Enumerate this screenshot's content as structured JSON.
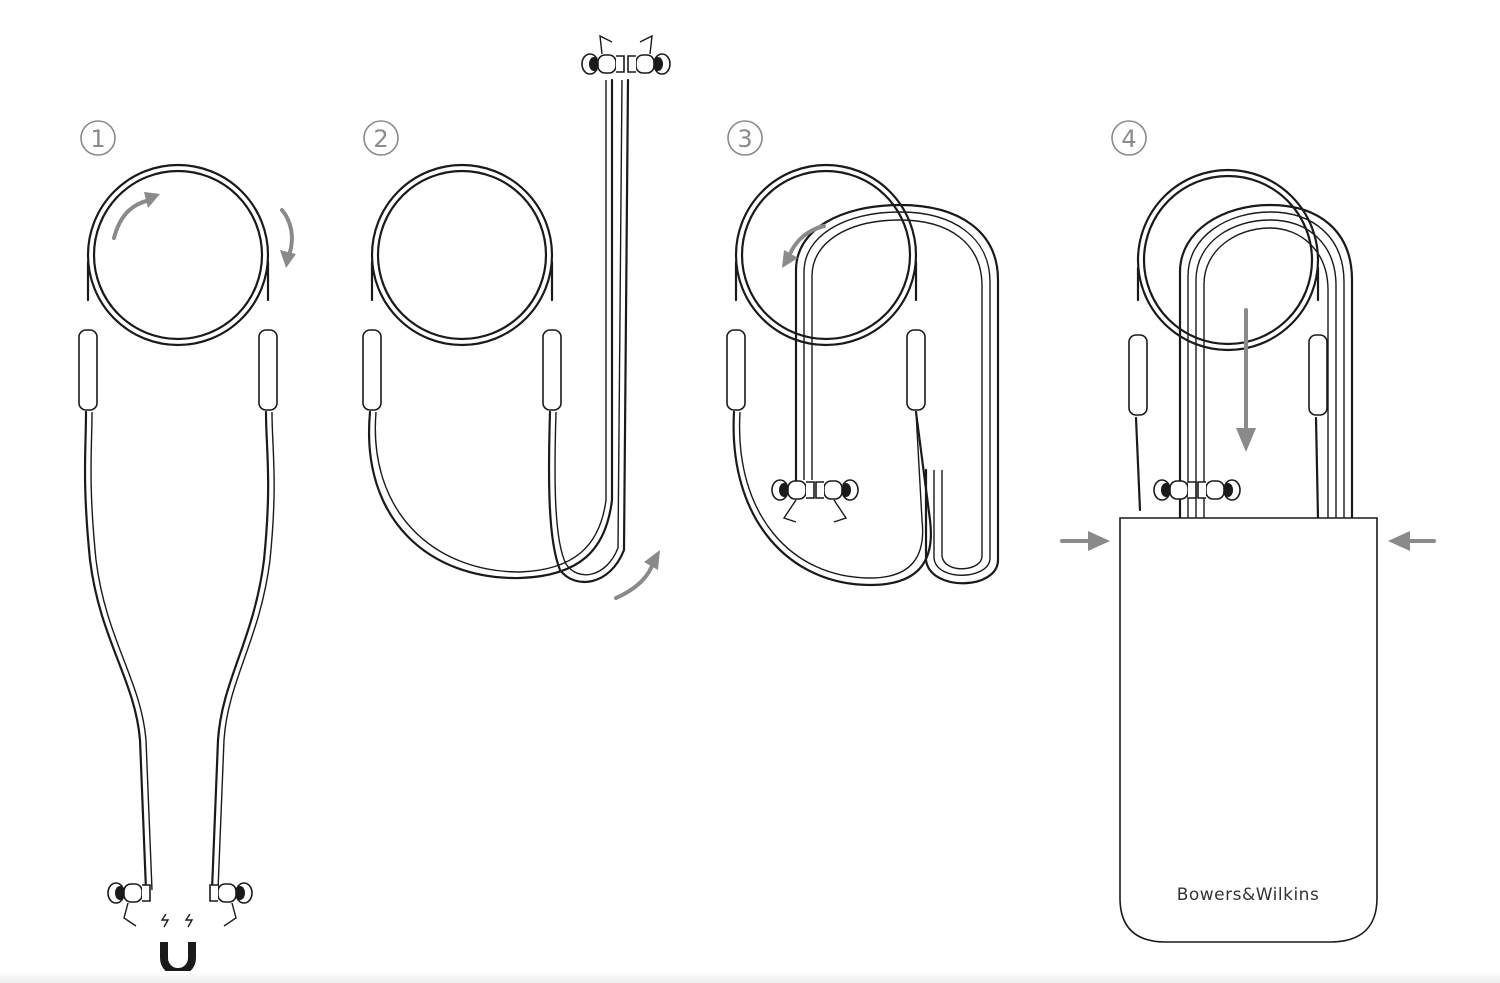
{
  "steps": [
    {
      "number": "1"
    },
    {
      "number": "2"
    },
    {
      "number": "3"
    },
    {
      "number": "4"
    }
  ],
  "case": {
    "brand": "Bowers&Wilkins"
  },
  "colors": {
    "line": "#1a1a1a",
    "arrow": "#8a8a8a",
    "circle": "#8a8a8a",
    "background": "#ffffff"
  },
  "icons": [
    "curved-arrow-icon",
    "straight-arrow-icon",
    "magnet-icon",
    "earbud-icon",
    "carry-case-icon"
  ]
}
